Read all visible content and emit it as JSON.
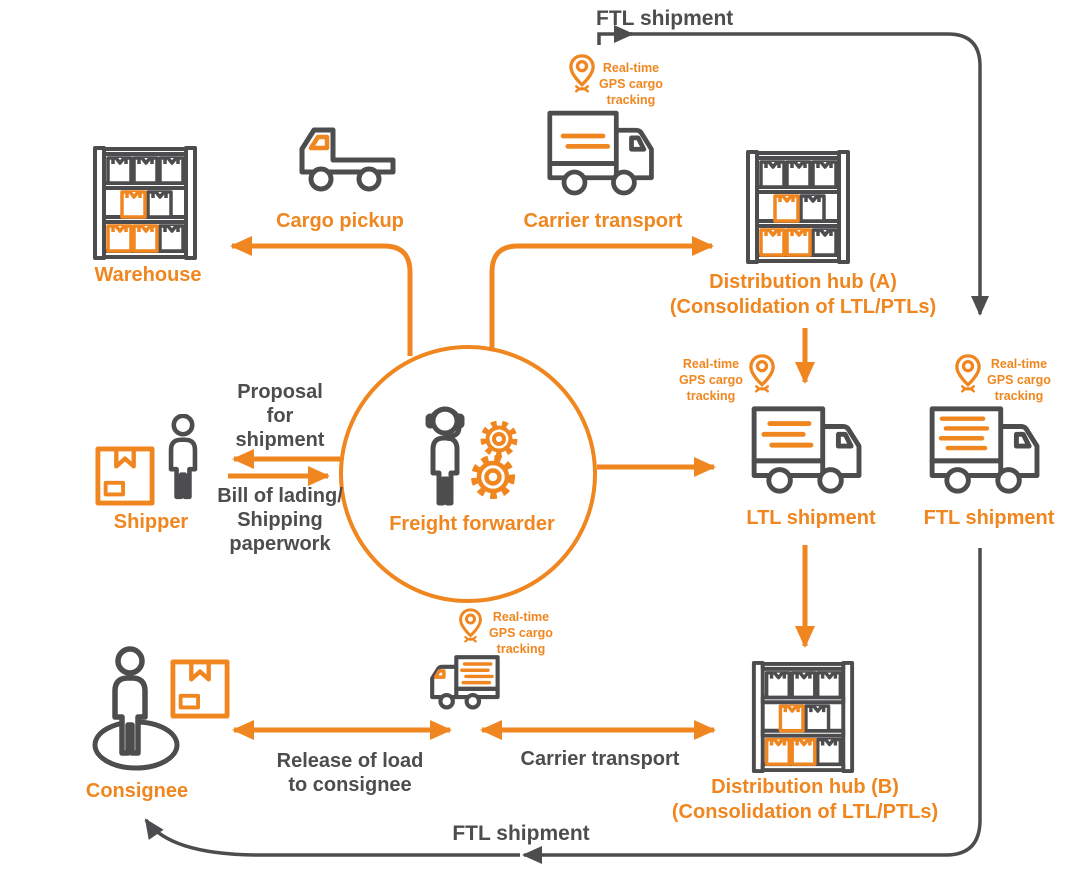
{
  "colors": {
    "orange": "#F0861F",
    "dark": "#4D4D4F"
  },
  "nodes": {
    "warehouse": "Warehouse",
    "cargo_pickup": "Cargo pickup",
    "carrier_transport_top": "Carrier transport",
    "distribution_hub_a": "Distribution hub (A)",
    "distribution_hub_a_note": "(Consolidation of LTL/PTLs)",
    "shipper": "Shipper",
    "freight_forwarder": "Freight forwarder",
    "ltl_shipment": "LTL shipment",
    "ftl_shipment": "FTL shipment",
    "distribution_hub_b": "Distribution hub (B)",
    "distribution_hub_b_note": "(Consolidation of LTL/PTLs)",
    "consignee": "Consignee"
  },
  "flows": {
    "ftl_top": "FTL shipment",
    "ftl_bottom": "FTL shipment",
    "carrier_bottom": "Carrier transport",
    "proposal": [
      "Proposal",
      "for",
      "shipment"
    ],
    "bill": [
      "Bill of lading/",
      "Shipping",
      "paperwork"
    ],
    "release": [
      "Release of load",
      "to consignee"
    ]
  },
  "gps": [
    "Real-time",
    "GPS cargo",
    "tracking"
  ]
}
